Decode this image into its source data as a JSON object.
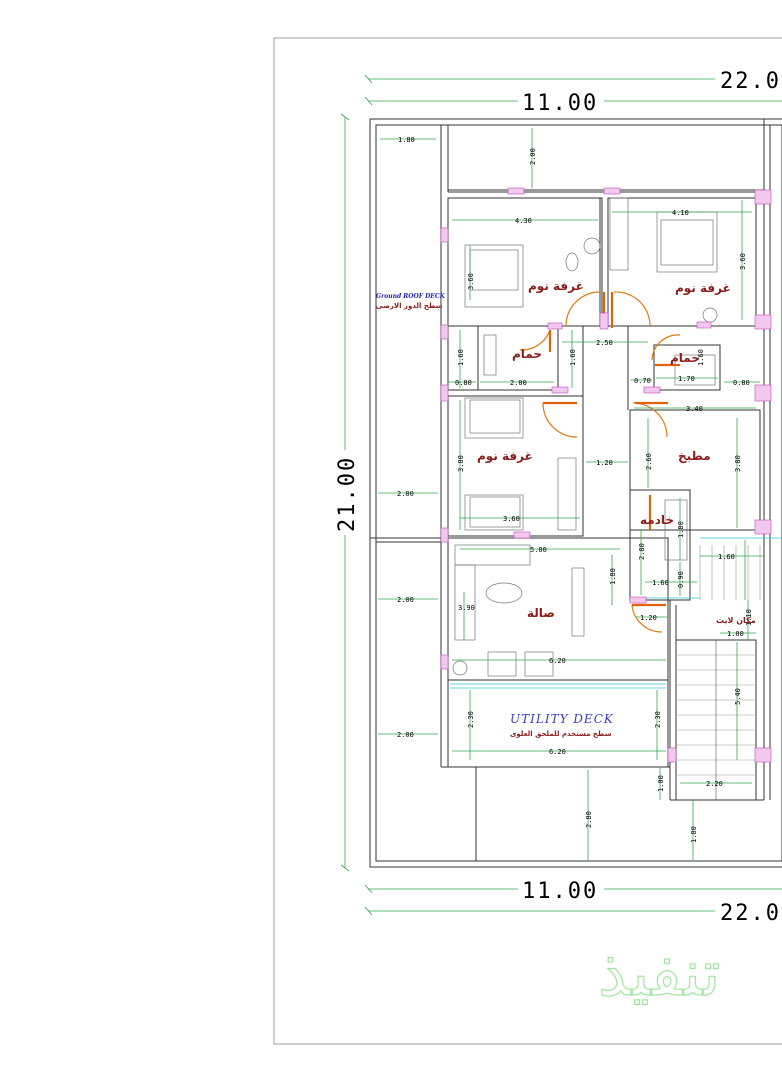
{
  "overall_dims": {
    "top_total": "22.0",
    "top_half": "11.00",
    "left_height": "21.00",
    "bottom_half": "11.00",
    "bottom_total": "22.0"
  },
  "rooms": {
    "bedroom_a": "غرفة نوم",
    "bedroom_b": "غرفة نوم",
    "bedroom_c": "غرفة نوم",
    "bath_a": "حمام",
    "bath_b": "حمام",
    "kitchen": "مطبخ",
    "maid": "خادمه",
    "hall": "صالة",
    "lift": "مكان لايت"
  },
  "notes": {
    "ground_roof_en": "Ground ROOF DECK",
    "ground_roof_ar": "سطح الدور الارضى",
    "utility_en": "UTILITY DECK",
    "utility_ar": "سطح مستخدم للملحق العلوى"
  },
  "dims": {
    "d_180_top": "1.80",
    "d_200_v_top": "2.00",
    "d_430": "4.30",
    "d_360_a": "3.60",
    "d_410": "4.10",
    "d_360_b": "3.60",
    "d_250": "2.50",
    "d_160_a": "1.60",
    "d_160_b": "1.60",
    "d_160_c": "1.60",
    "d_080_a": "0.80",
    "d_200_bath": "2.00",
    "d_070": "0.70",
    "d_170": "1.70",
    "d_080_b": "0.80",
    "d_340": "3.40",
    "d_260": "2.60",
    "d_120_a": "1.20",
    "d_380_a": "3.80",
    "d_380_b": "3.80",
    "d_360_c": "3.60",
    "d_200_l1": "2.00",
    "d_200_l2": "2.00",
    "d_200_l3": "2.00",
    "d_500": "5.00",
    "d_180_mid": "1.80",
    "d_280_a": "2.80",
    "d_180_maid": "1.80",
    "d_160_d": "1.60",
    "d_160_e": "1.60",
    "d_090": "0.90",
    "d_390": "3.90",
    "d_120_b": "1.20",
    "d_110": "1.10",
    "d_100_a": "1.00",
    "d_620_a": "6.20",
    "d_540": "5.40",
    "d_230_a": "2.30",
    "d_230_b": "2.30",
    "d_620_b": "6.20",
    "d_280_b": "2.80",
    "d_100_b": "1.00",
    "d_220": "2.20",
    "d_180_bot": "1.80"
  },
  "watermark": "تنفيذ"
}
